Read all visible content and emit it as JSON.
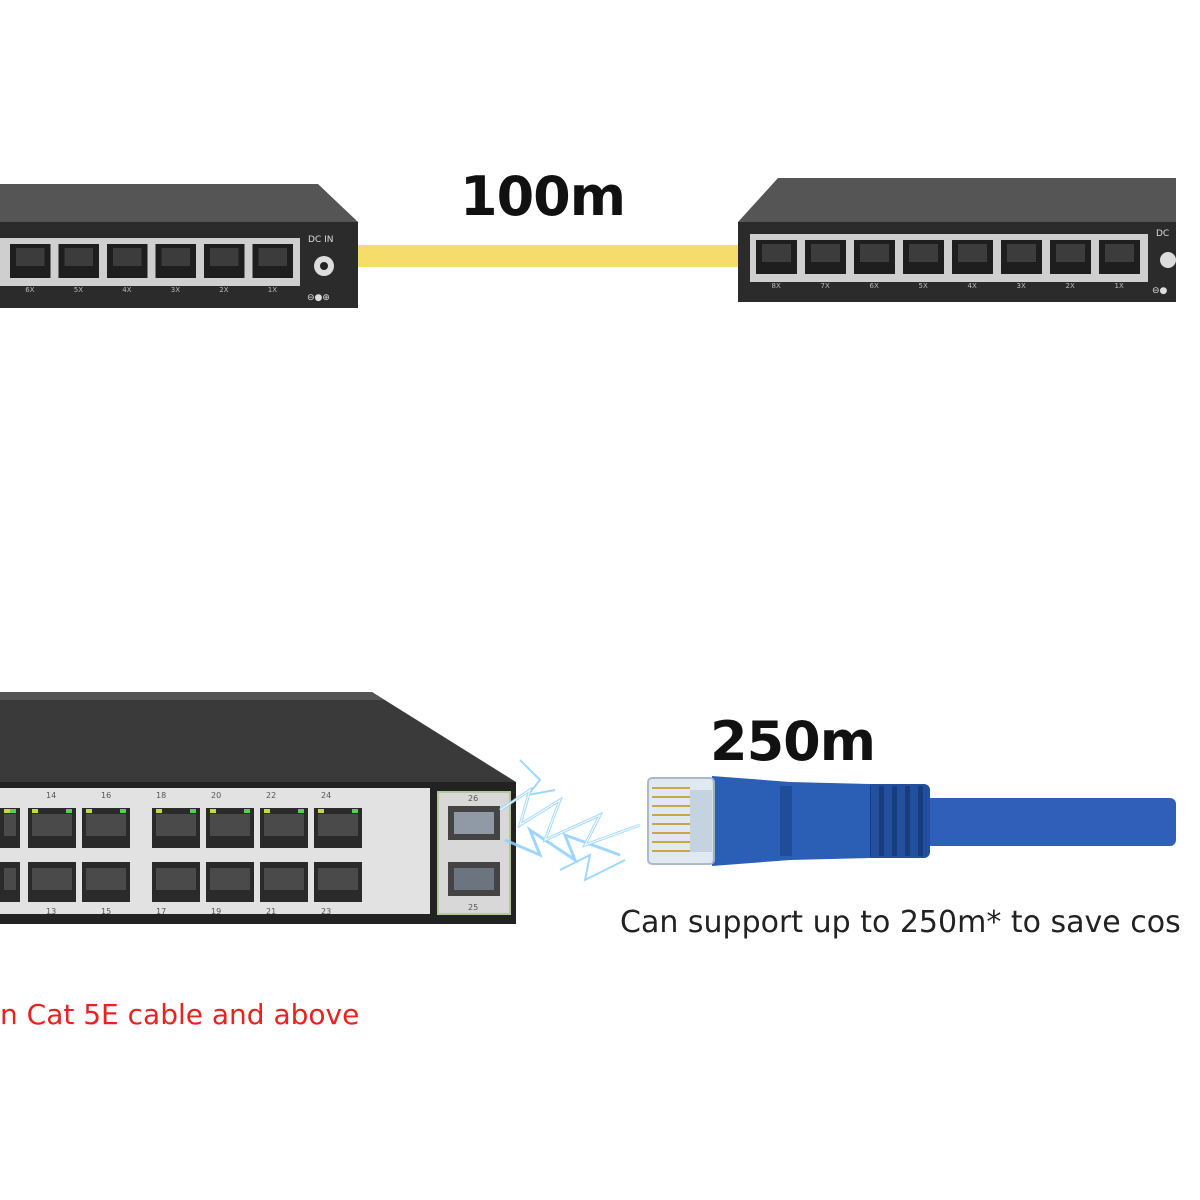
{
  "top_section": {
    "distance_label": "100m",
    "cable_color": "#f6dc6a",
    "left_switch": {
      "port_labels": [
        "6X",
        "5X",
        "4X",
        "3X",
        "2X",
        "1X"
      ],
      "power_label": "DC IN"
    },
    "right_switch": {
      "port_labels": [
        "8X",
        "7X",
        "6X",
        "5X",
        "4X",
        "3X",
        "2X",
        "1X"
      ],
      "power_label": "DC"
    }
  },
  "bottom_section": {
    "distance_label": "250m",
    "cable_color": "#2f5fb8",
    "caption": "Can support up to 250m* to save cos",
    "note": "n Cat 5E cable and above",
    "note_color": "#e8231f",
    "switch": {
      "top_port_numbers": [
        "14",
        "16",
        "18",
        "20",
        "22",
        "24"
      ],
      "bottom_port_numbers": [
        "13",
        "15",
        "17",
        "19",
        "21",
        "23"
      ],
      "sfp_top": "26",
      "sfp_bottom": "25"
    }
  }
}
